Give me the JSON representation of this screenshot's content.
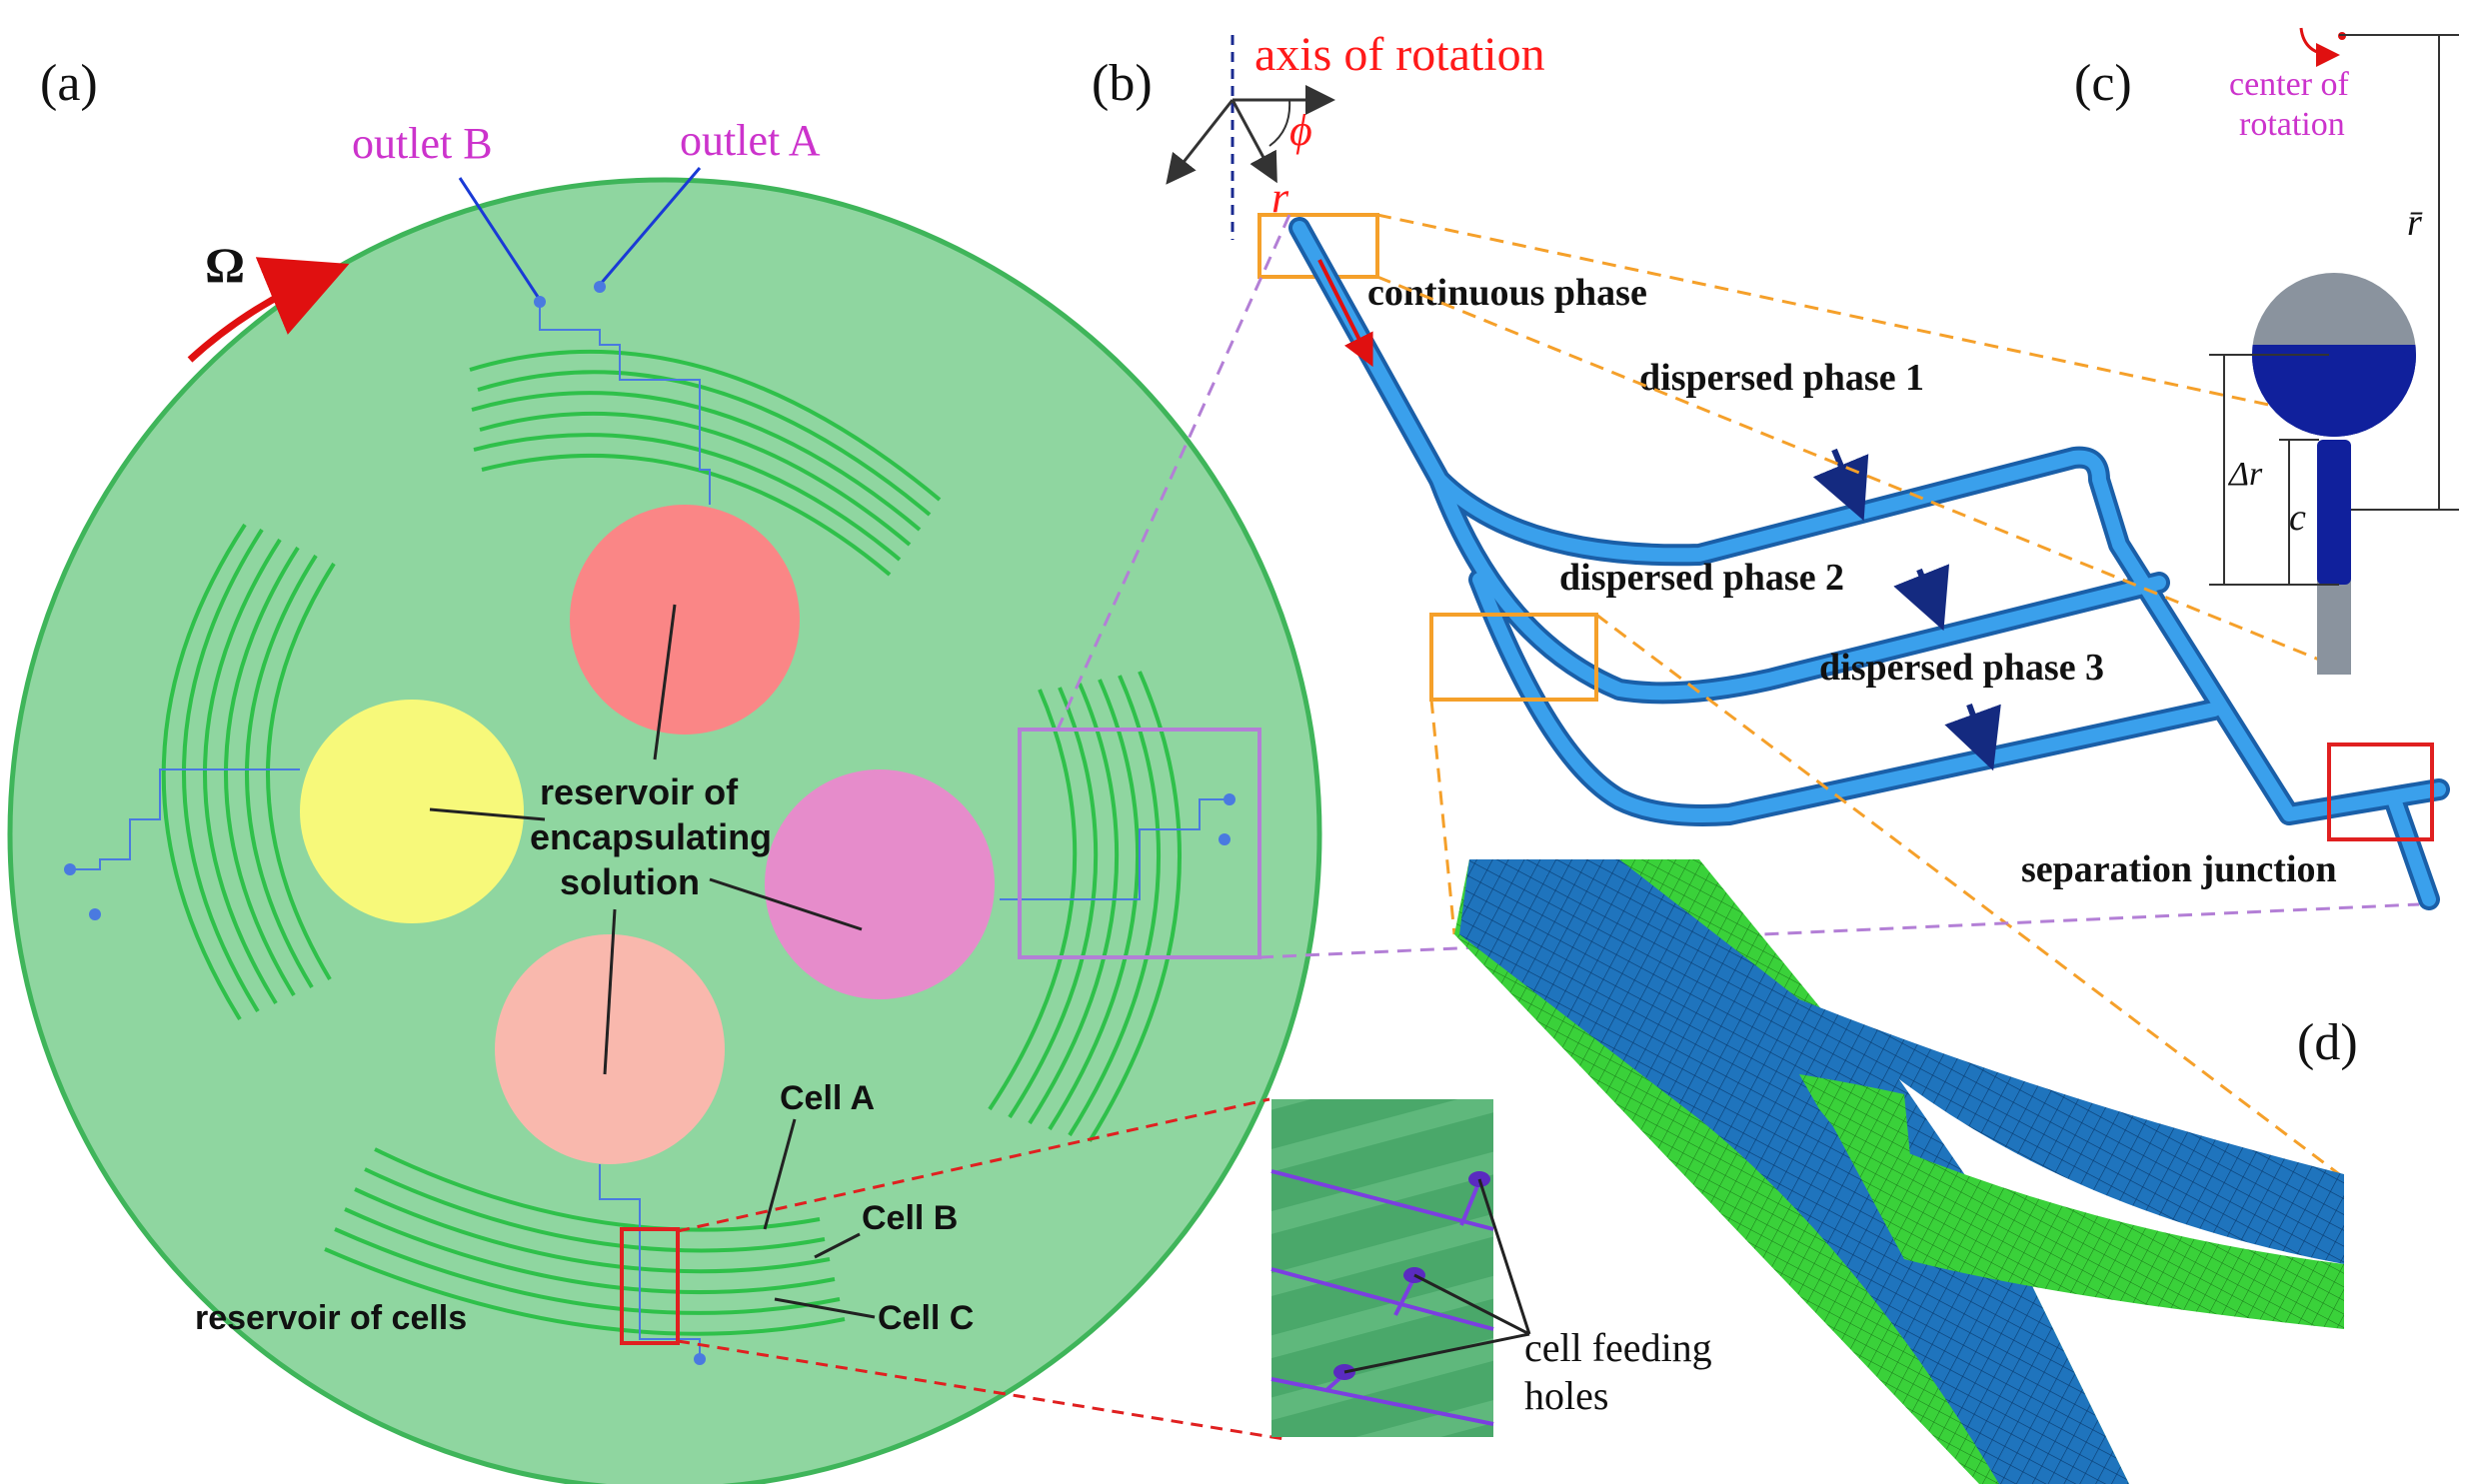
{
  "panels": {
    "a": "(a)",
    "b": "(b)",
    "c": "(c)",
    "d": "(d)"
  },
  "panel_a": {
    "omega": "Ω",
    "outlet_b": "outlet B",
    "outlet_a": "outlet A",
    "reservoir_encap_line1": "reservoir of",
    "reservoir_encap_line2": "encapsulating",
    "reservoir_encap_line3": "solution",
    "reservoir_cells": "reservoir of cells",
    "cell_a": "Cell A",
    "cell_b": "Cell B",
    "cell_c": "Cell C",
    "cell_feeding_line1": "cell feeding",
    "cell_feeding_line2": "holes"
  },
  "panel_b": {
    "axis_of_rotation": "axis of rotation",
    "phi": "ϕ",
    "r": "r",
    "continuous_phase": "continuous phase",
    "dispersed_1": "dispersed phase 1",
    "dispersed_2": "dispersed phase 2",
    "dispersed_3": "dispersed phase 3",
    "separation_junction": "separation junction"
  },
  "panel_c": {
    "center_line1": "center of",
    "center_line2": "rotation",
    "r_bar": "r̄",
    "delta_r": "Δr",
    "c": "c"
  },
  "colors": {
    "disk": "#8fd6a0",
    "disk_edge": "#3fb55a",
    "channel_green": "#2fc04a",
    "res_red": "#fa8686",
    "res_yellow": "#f7f97a",
    "res_pink": "#e68ccb",
    "res_salmon": "#f9b8ad",
    "tube_blue": "#2f8fe0",
    "mesh_blue": "#1a6fb5",
    "mesh_green": "#33cc33",
    "label_red": "#ff1a1a",
    "label_magenta": "#cc33cc",
    "orange_box": "#f5a02a",
    "purple_box": "#b37fd6",
    "dark_red_box": "#e02020"
  },
  "icons": [
    "rotation-arrow-icon",
    "axis-arrow-icon",
    "center-of-rotation-icon"
  ]
}
